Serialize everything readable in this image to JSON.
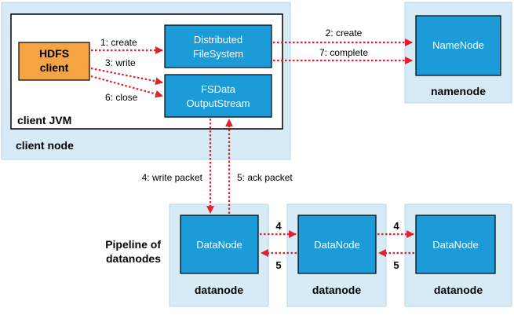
{
  "client_node": {
    "label": "client node",
    "jvm_label": "client JVM",
    "hdfs_client": {
      "line1": "HDFS",
      "line2": "client"
    },
    "distributed_fs": {
      "line1": "Distributed",
      "line2": "FileSystem"
    },
    "fsdata_stream": {
      "line1": "FSData",
      "line2": "OutputStream"
    }
  },
  "namenode": {
    "box_label": "NameNode",
    "node_label": "namenode"
  },
  "pipeline": {
    "label_line1": "Pipeline of",
    "label_line2": "datanodes",
    "datanodes": [
      {
        "box_label": "DataNode",
        "node_label": "datanode"
      },
      {
        "box_label": "DataNode",
        "node_label": "datanode"
      },
      {
        "box_label": "DataNode",
        "node_label": "datanode"
      }
    ]
  },
  "edges": {
    "create": "1: create",
    "nn_create": "2: create",
    "write": "3: write",
    "write_packet": "4: write packet",
    "ack_packet": "5: ack packet",
    "close": "6: close",
    "complete": "7: complete",
    "fwd_1": "4",
    "back_1": "5",
    "fwd_2": "4",
    "back_2": "5"
  },
  "colors": {
    "node_background": "#d6ebf6",
    "component_blue": "#1b9bd7",
    "client_orange": "#f5a444",
    "arrow_red": "#e0202a"
  }
}
